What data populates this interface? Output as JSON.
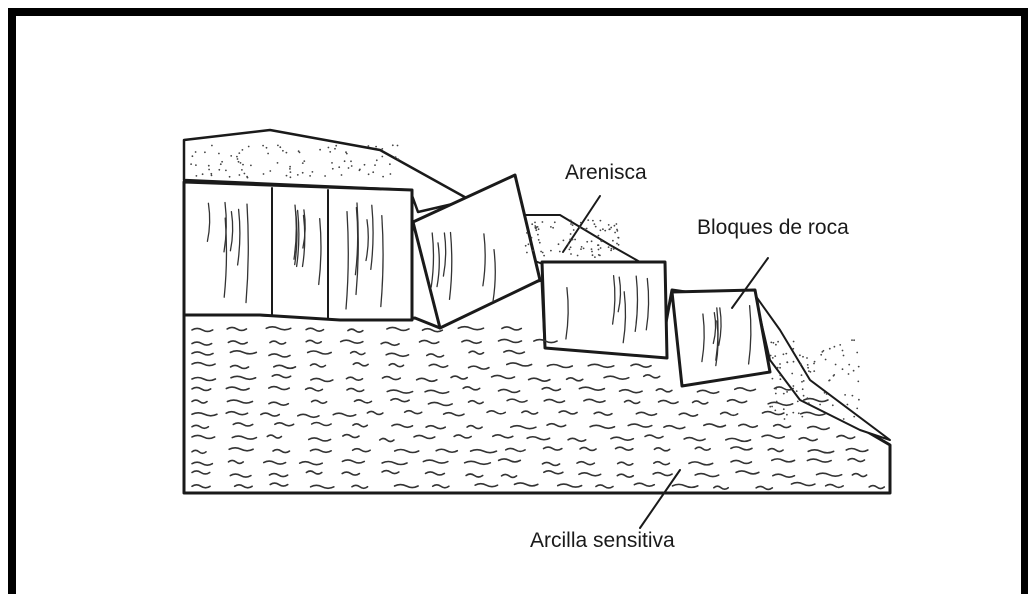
{
  "labels": {
    "sandstone": "Arenisca",
    "rock_blocks": "Bloques de roca",
    "sensitive_clay": "Arcilla sensitiva"
  },
  "colors": {
    "frame": "#000000",
    "ink": "#1a1a1a",
    "background": "#ffffff"
  }
}
